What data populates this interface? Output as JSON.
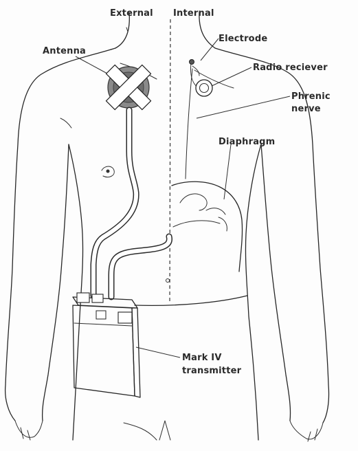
{
  "labels": {
    "external": "External",
    "internal": "Internal",
    "electrode": "Electrode",
    "antenna": "Antenna",
    "radio_receiver": "Radio reciever",
    "phrenic_nerve_line1": "Phrenic",
    "phrenic_nerve_line2": "nerve",
    "diaphragm": "Diaphragm",
    "transmitter_line1": "Mark IV",
    "transmitter_line2": "transmitter"
  }
}
